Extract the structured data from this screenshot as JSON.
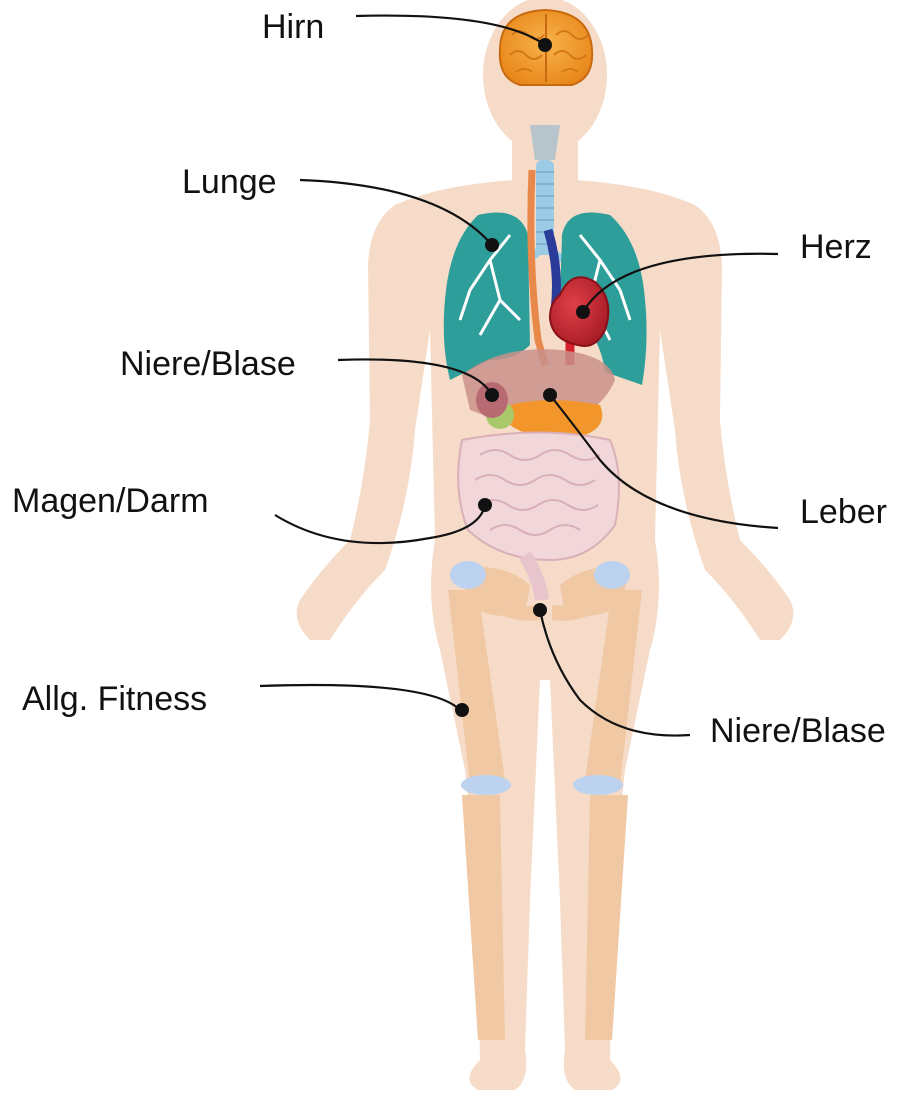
{
  "labels": {
    "brain": "Hirn",
    "lung": "Lunge",
    "heart": "Herz",
    "kidney_upper": "Niere/Blase",
    "stomach": "Magen/Darm",
    "liver": "Leber",
    "fitness": "Allg. Fitness",
    "kidney_lower": "Niere/Blase"
  },
  "colors": {
    "skin": "#f6dcc8",
    "bone": "#f0c8a4",
    "lung": "#2e9e9a",
    "brain": "#f09a22",
    "heart": "#c22630",
    "liver": "#c9908a",
    "intestine": "#f1d6da",
    "trachea": "#9ccbe6",
    "joint": "#bcd2ee"
  }
}
